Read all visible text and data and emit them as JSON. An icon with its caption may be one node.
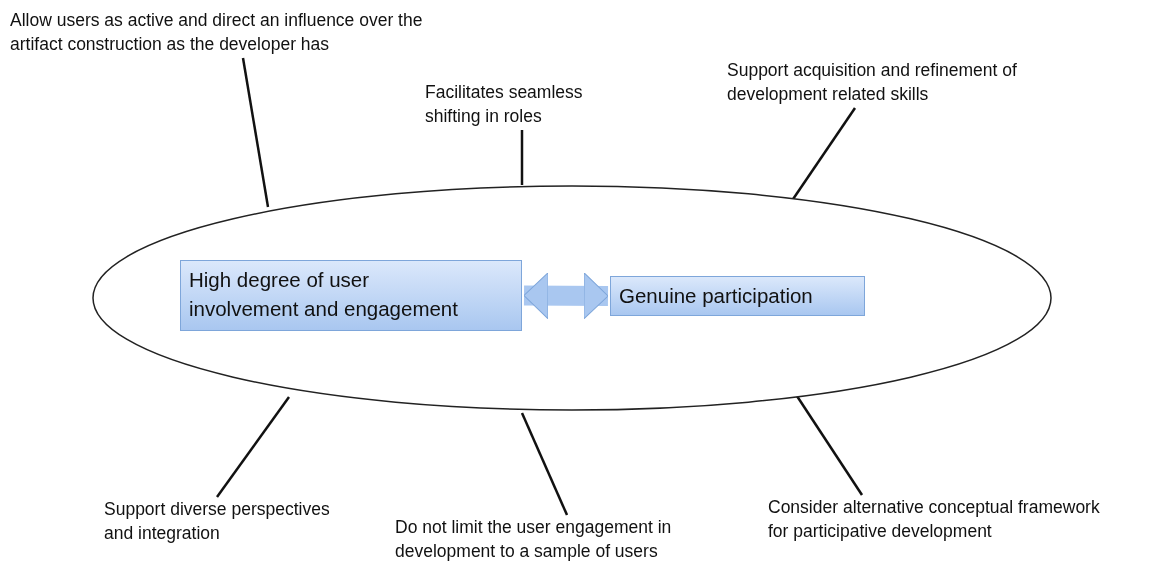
{
  "diagram": {
    "nodes": [
      {
        "text": [
          "Allow users as active and direct an influence over the artifact construction as the developer has"
        ]
      },
      {
        "text": [
          "Facilitates seamless shifting in roles"
        ]
      },
      {
        "text": [
          "Support acquisition and refinement of development related skills"
        ]
      },
      {
        "text": [],
        "shape": "ellipse"
      },
      {
        "text": [
          "High degree of user involvement and engagement"
        ],
        "in": 3
      },
      {
        "text": [
          "Genuine participation"
        ],
        "in": 3
      },
      {
        "text": [
          "Support diverse perspectives and integration"
        ]
      },
      {
        "text": [
          "Do not limit the user engagement in development to a sample of users"
        ]
      },
      {
        "text": [
          "Consider alternative conceptual framework for participative development"
        ]
      }
    ],
    "edges": [
      {
        "from": 4,
        "to": 5,
        "arrow": "both",
        "style": "thick",
        "color": "#a9c7f0"
      },
      {
        "from": 0,
        "to": 3,
        "arrow": "none"
      },
      {
        "from": 1,
        "to": 3,
        "arrow": "none"
      },
      {
        "from": 2,
        "to": 3,
        "arrow": "none"
      },
      {
        "from": 6,
        "to": 3,
        "arrow": "none"
      },
      {
        "from": 7,
        "to": 3,
        "arrow": "none"
      },
      {
        "from": 8,
        "to": 3,
        "arrow": "none"
      }
    ]
  }
}
